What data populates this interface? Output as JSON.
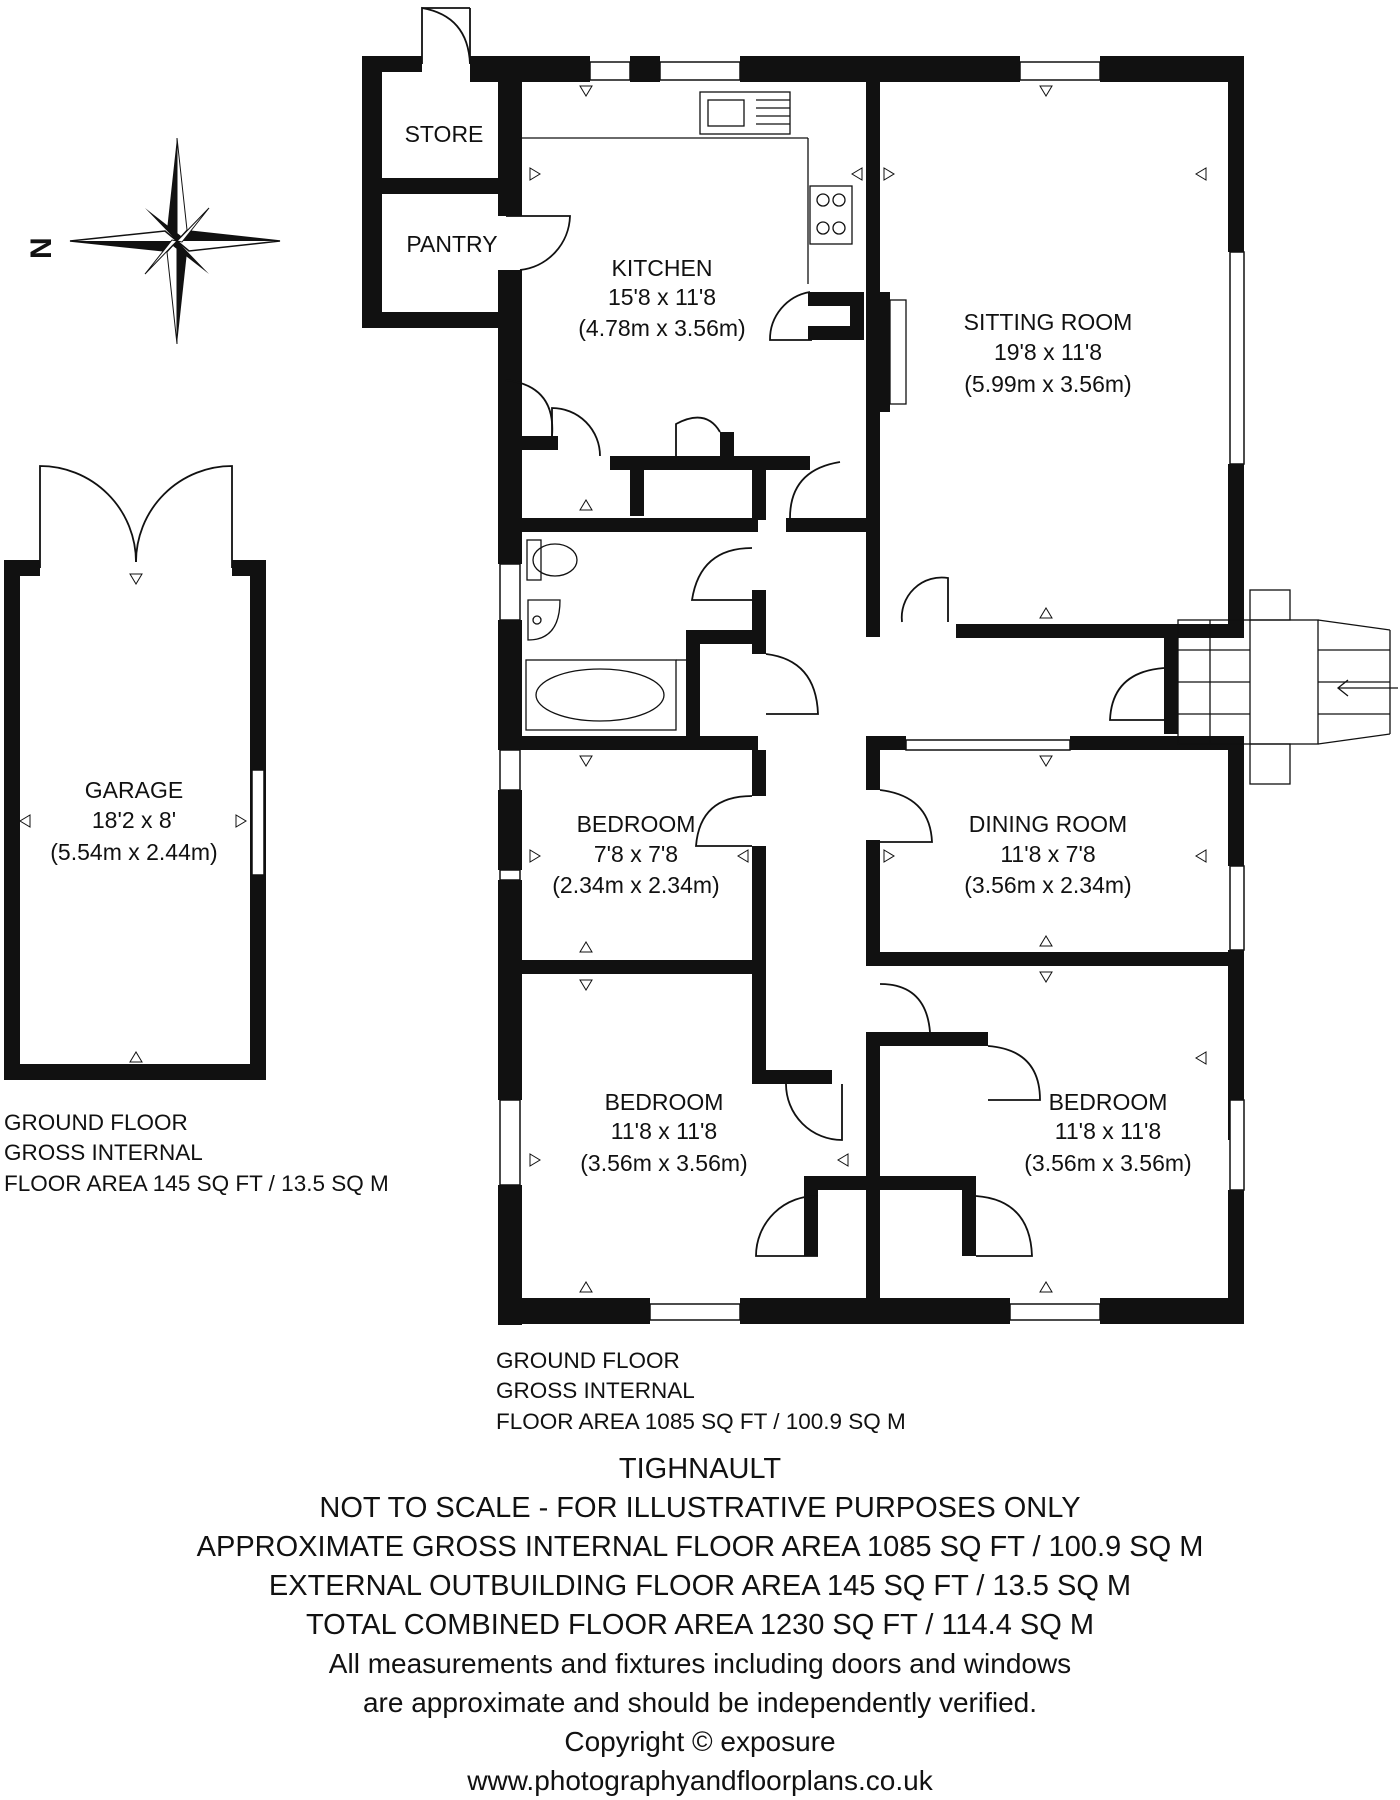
{
  "compass": {
    "north_letter": "N"
  },
  "rooms": {
    "store": {
      "name": "STORE"
    },
    "pantry": {
      "name": "PANTRY"
    },
    "kitchen": {
      "name": "KITCHEN",
      "size_imperial": "15'8 x 11'8",
      "size_metric": "(4.78m x 3.56m)"
    },
    "sitting": {
      "name": "SITTING ROOM",
      "size_imperial": "19'8 x 11'8",
      "size_metric": "(5.99m x 3.56m)"
    },
    "garage": {
      "name": "GARAGE",
      "size_imperial": "18'2 x 8'",
      "size_metric": "(5.54m x 2.44m)"
    },
    "bedroom_small": {
      "name": "BEDROOM",
      "size_imperial": "7'8 x 7'8",
      "size_metric": "(2.34m x 2.34m)"
    },
    "dining": {
      "name": "DINING ROOM",
      "size_imperial": "11'8 x 7'8",
      "size_metric": "(3.56m x 2.34m)"
    },
    "bedroom_left": {
      "name": "BEDROOM",
      "size_imperial": "11'8 x 11'8",
      "size_metric": "(3.56m x 3.56m)"
    },
    "bedroom_right": {
      "name": "BEDROOM",
      "size_imperial": "11'8 x 11'8",
      "size_metric": "(3.56m x 3.56m)"
    }
  },
  "areas": {
    "outbuilding": [
      "GROUND FLOOR",
      "GROSS INTERNAL",
      "FLOOR AREA 145 SQ FT / 13.5 SQ M"
    ],
    "main": [
      "GROUND FLOOR",
      "GROSS INTERNAL",
      "FLOOR AREA 1085 SQ FT / 100.9 SQ M"
    ]
  },
  "footer": {
    "title": "TIGHNAULT",
    "line1": "NOT TO SCALE - FOR ILLUSTRATIVE PURPOSES ONLY",
    "line2": "APPROXIMATE GROSS INTERNAL FLOOR AREA 1085 SQ FT / 100.9 SQ M",
    "line3": "EXTERNAL OUTBUILDING FLOOR AREA 145 SQ FT / 13.5 SQ M",
    "line4": "TOTAL COMBINED FLOOR AREA 1230 SQ FT / 114.4 SQ M",
    "line5": "All measurements and fixtures including doors and windows",
    "line6": "are approximate and should be independently verified.",
    "line7": "Copyright © exposure",
    "line8": "www.photographyandfloorplans.co.uk"
  }
}
